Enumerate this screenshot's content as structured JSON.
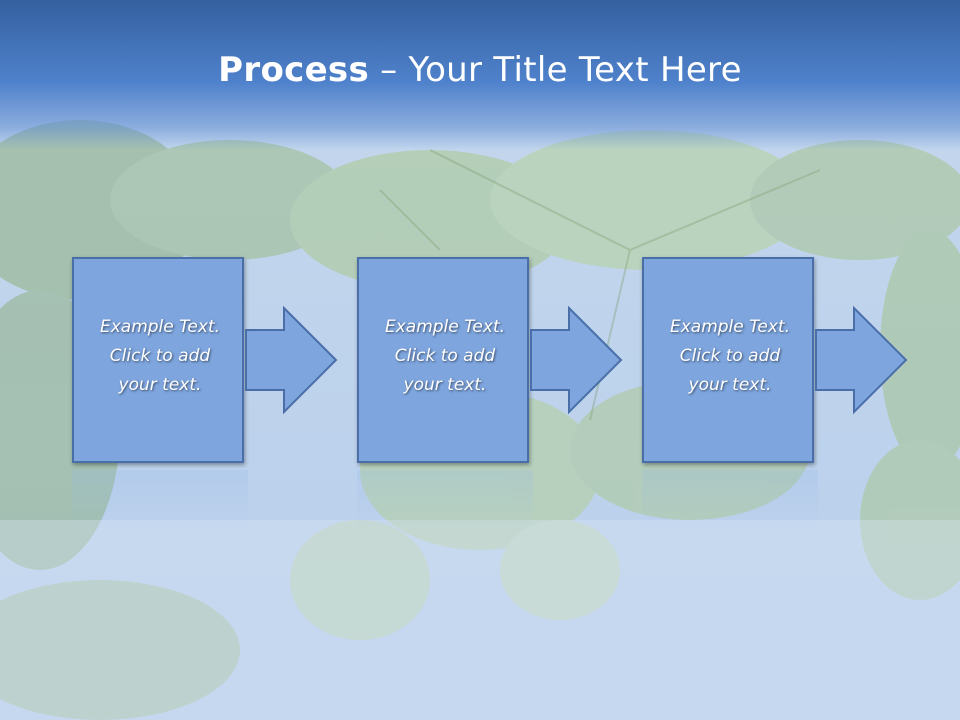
{
  "slide": {
    "title_bold": "Process",
    "title_rest": " – Your Title Text Here",
    "steps": [
      {
        "text": "Example Text.\nClick  to add\nyour text."
      },
      {
        "text": "Example Text.\nClick  to add\nyour text."
      },
      {
        "text": "Example Text.\nClick  to add\nyour text."
      }
    ],
    "colors": {
      "title_bar": "#3f6fb5",
      "box_fill": "#7ea5de",
      "box_border": "#4a6fa8",
      "text": "#ffffff"
    },
    "background_image": "green chestnut leaves against blue sky"
  }
}
